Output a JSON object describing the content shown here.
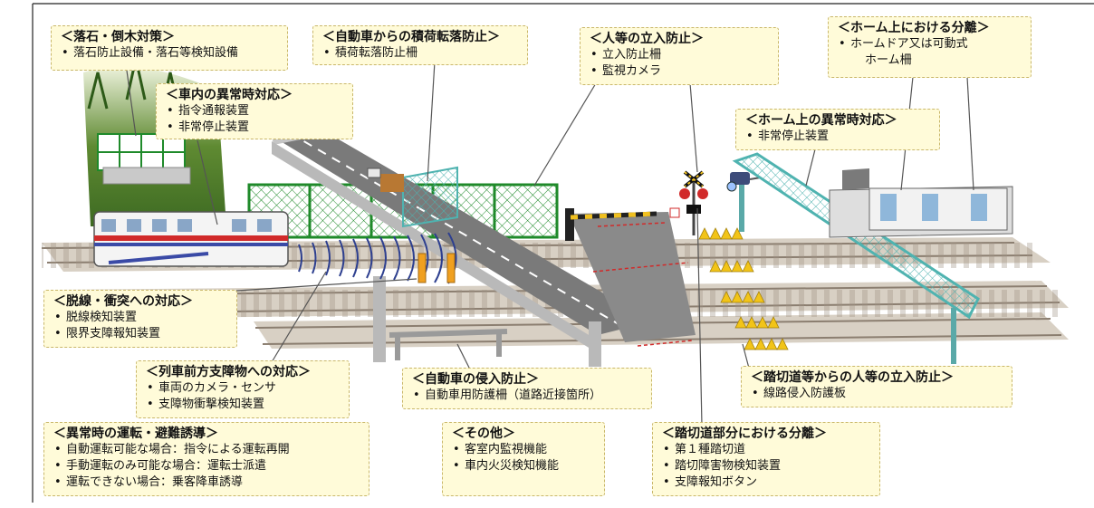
{
  "callouts": {
    "rockfall": {
      "title": "＜落石・倒木対策＞",
      "items": [
        "落石防止設備・落石等検知設備"
      ]
    },
    "cargo": {
      "title": "＜自動車からの積荷転落防止＞",
      "items": [
        "積荷転落防止柵"
      ]
    },
    "intrusion": {
      "title": "＜人等の立入防止＞",
      "items": [
        "立入防止柵",
        "監視カメラ"
      ]
    },
    "platform_sep": {
      "title": "＜ホーム上における分離＞",
      "items": [
        "ホームドア又は可動式"
      ],
      "cont": "ホーム柵"
    },
    "onboard": {
      "title": "＜車内の異常時対応＞",
      "items": [
        "指令通報装置",
        "非常停止装置"
      ]
    },
    "platform_emerg": {
      "title": "＜ホーム上の異常時対応＞",
      "items": [
        "非常停止装置"
      ]
    },
    "derail": {
      "title": "＜脱線・衝突への対応＞",
      "items": [
        "脱線検知装置",
        "限界支障報知装置"
      ]
    },
    "obstacle": {
      "title": "＜列車前方支障物への対応＞",
      "items": [
        "車両のカメラ・センサ",
        "支障物衝撃検知装置"
      ]
    },
    "car_intrusion": {
      "title": "＜自動車の侵入防止＞",
      "items": [
        "自動車用防護柵（道路近接箇所）"
      ]
    },
    "crossing_people": {
      "title": "＜踏切道等からの人等の立入防止＞",
      "items": [
        "線路侵入防護板"
      ]
    },
    "abnormal_ops": {
      "title": "＜異常時の運転・避難誘導＞",
      "items": [
        "自動運転可能な場合：指令による運転再開",
        "手動運転のみ可能な場合：運転士派遣",
        "運転できない場合：乗客降車誘導"
      ]
    },
    "other": {
      "title": "＜その他＞",
      "items": [
        "客室内監視機能",
        "車内火災検知機能"
      ]
    },
    "crossing_sep": {
      "title": "＜踏切道部分における分離＞",
      "items": [
        "第１種踏切道",
        "踏切障害物検知装置",
        "支障報知ボタン"
      ]
    }
  },
  "colors": {
    "callout_bg": "#fffbd9",
    "callout_border": "#c9b76a",
    "fence_green": "#1f8a2a",
    "road_gray": "#7a7a7a",
    "rail_gray": "#b5aa9c",
    "platform_teal": "#5aa9a8",
    "train_red": "#d12a2a",
    "train_blue": "#3a4aa6",
    "bollard_orange": "#f0a020",
    "plate_yellow": "#f2c418"
  },
  "icons": [
    "train-icon",
    "railroad-crossing-icon",
    "surveillance-camera-icon",
    "fence-icon",
    "platform-door-icon"
  ]
}
